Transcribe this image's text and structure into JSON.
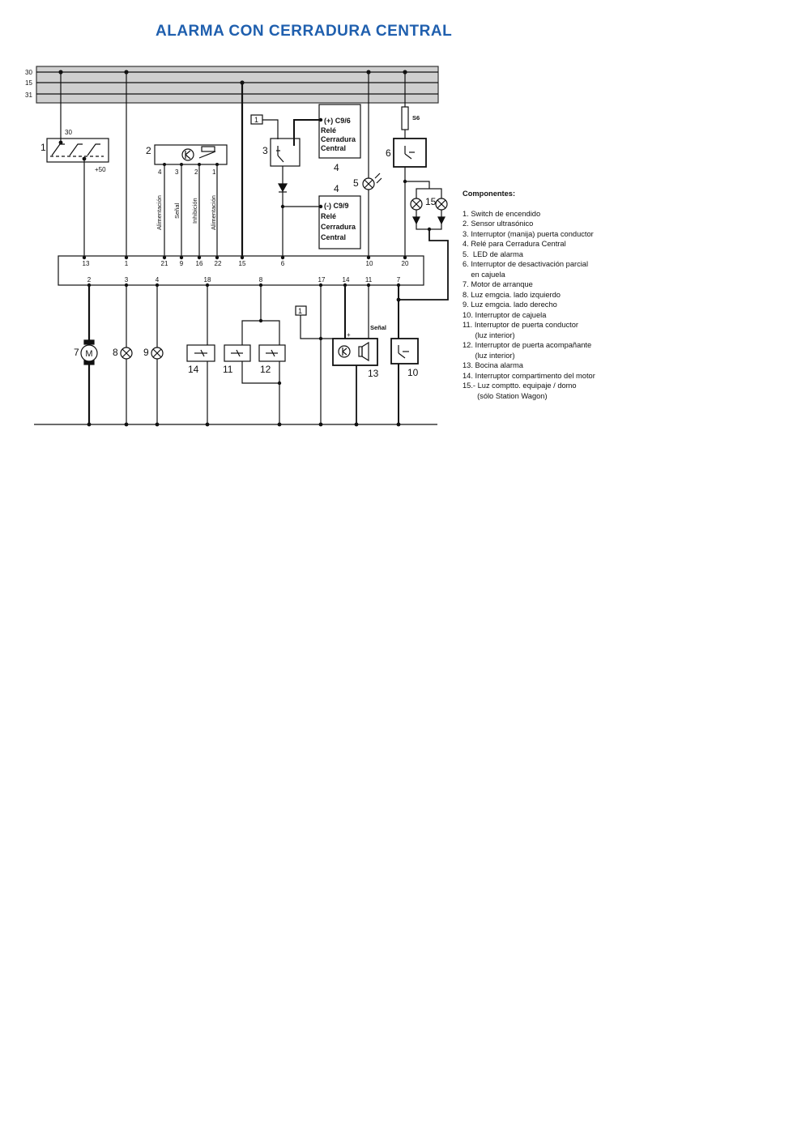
{
  "title": "ALARMA CON CERRADURA CENTRAL",
  "colors": {
    "title": "#1f5fae",
    "wire": "#111111",
    "bus_fill": "#cfcfcf"
  },
  "bus_labels": [
    "30",
    "15",
    "31"
  ],
  "ignition": {
    "number": "1",
    "terminal_30": "30",
    "terminal_50": "+50"
  },
  "sensor": {
    "number": "2",
    "pins": [
      "4",
      "3",
      "2",
      "1"
    ],
    "labels": [
      "Alimentación",
      "Señal",
      "Inhibición",
      "Alimentación"
    ]
  },
  "door_handle": {
    "number": "3",
    "box": "1"
  },
  "relay_plus": {
    "number": "4",
    "lines": [
      "(+) C9/6",
      "Relé",
      "Cerradura",
      "Central"
    ]
  },
  "relay_minus": {
    "number": "4",
    "lines": [
      "(-) C9/9",
      "Relé",
      "Cerradura",
      "Central"
    ]
  },
  "led": {
    "number": "5"
  },
  "fuse": {
    "label": "S6"
  },
  "switch6": {
    "number": "6"
  },
  "trunk_lamps": {
    "number": "15"
  },
  "connector_top_pins": [
    "13",
    "1",
    "21",
    "9",
    "16",
    "22",
    "15",
    "6",
    "10",
    "20"
  ],
  "connector_bottom_pins": [
    "2",
    "3",
    "4",
    "18",
    "8",
    "17",
    "14",
    "11",
    "7"
  ],
  "bottom_components": {
    "motor": {
      "number": "7",
      "symbol": "M"
    },
    "lamp_left": {
      "number": "8"
    },
    "lamp_right": {
      "number": "9"
    },
    "switch14": {
      "number": "14"
    },
    "switch11": {
      "number": "11"
    },
    "switch12": {
      "number": "12"
    },
    "horn": {
      "number": "13",
      "plus": "+",
      "signal": "Señal",
      "box": "1"
    },
    "switch10": {
      "number": "10"
    }
  },
  "legend": {
    "heading": "Componentes:",
    "items": [
      "1. Switch de encendido",
      "2. Sensor ultrasónico",
      "3. Interruptor (manija) puerta conductor",
      "4. Relé para Cerradura Central",
      "5.  LED de alarma",
      "6. Interruptor de desactivación parcial",
      "    en cajuela",
      "7. Motor de arranque",
      "8. Luz emgcia. lado izquierdo",
      "9. Luz emgcia. lado derecho",
      "10. Interruptor de cajuela",
      "11. Interruptor de puerta conductor",
      "      (luz interior)",
      "12. Interruptor de puerta acompañante",
      "      (luz interior)",
      "13. Bocina alarma",
      "14. Interruptor compartimento del motor",
      "15.- Luz comptto. equipaje / domo",
      "       (sólo Station Wagon)"
    ]
  }
}
